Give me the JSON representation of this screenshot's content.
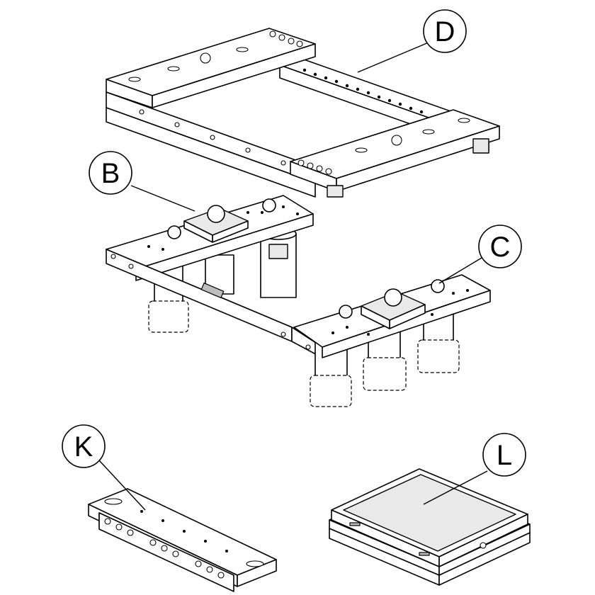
{
  "figure": {
    "background": "#ffffff",
    "line_color": "#000000",
    "callouts": [
      {
        "id": "D",
        "text": "D"
      },
      {
        "id": "B",
        "text": "B"
      },
      {
        "id": "C",
        "text": "C"
      },
      {
        "id": "K",
        "text": "K"
      },
      {
        "id": "L",
        "text": "L"
      }
    ],
    "parts": [
      {
        "id": "frame",
        "callout": "D"
      },
      {
        "id": "lifting-frame",
        "callouts": [
          "B",
          "C"
        ]
      },
      {
        "id": "clamp-rail",
        "callout": "K"
      },
      {
        "id": "tray-stack",
        "callout": "L"
      }
    ]
  }
}
